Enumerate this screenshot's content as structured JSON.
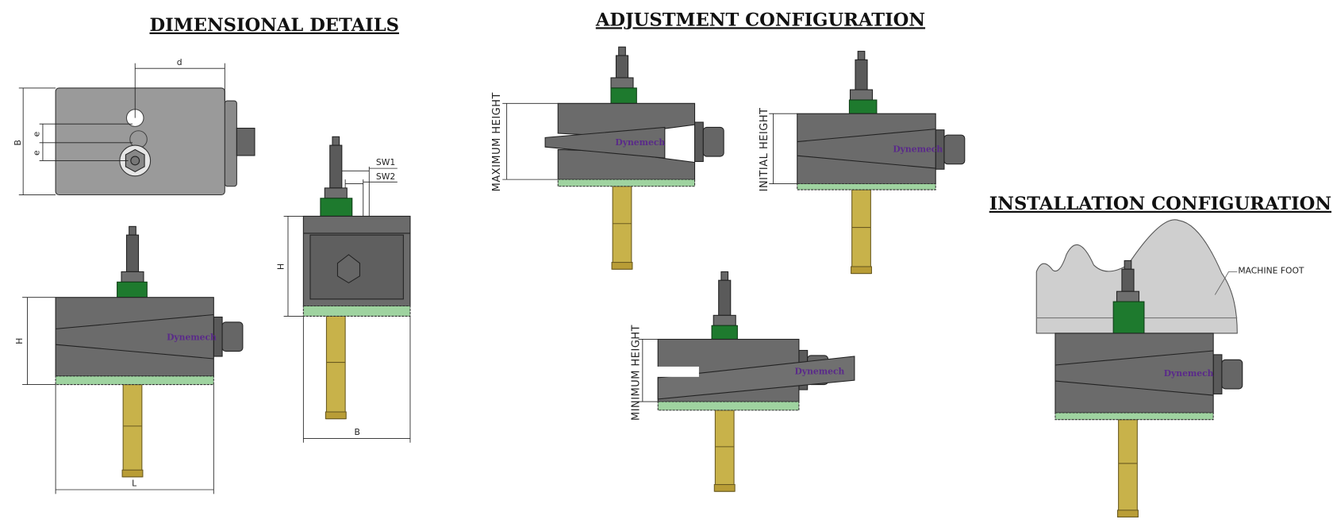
{
  "titles": {
    "dimensional": "DIMENSIONAL DETAILS",
    "adjustment": "ADJUSTMENT CONFIGURATION",
    "installation": "INSTALLATION CONFIGURATION"
  },
  "dimensions": {
    "d": "d",
    "B": "B",
    "e": "e",
    "H": "H",
    "L": "L",
    "SW1": "SW1",
    "SW2": "SW2"
  },
  "adjustment_labels": {
    "maximum": "MAXIMUM HEIGHT",
    "initial": "INITIAL HEIGHT",
    "minimum": "MINIMUM HEIGHT"
  },
  "installation_label": "MACHINE FOOT",
  "brand_logo": "Dynemech",
  "colors": {
    "body": "#6b6b6b",
    "top_view": "#9a9a9a",
    "washer": "#1e7a2e",
    "base_pad": "#9fd3a0",
    "anchor": "#c8b24a",
    "machine_foot": "#cfcfcf"
  }
}
